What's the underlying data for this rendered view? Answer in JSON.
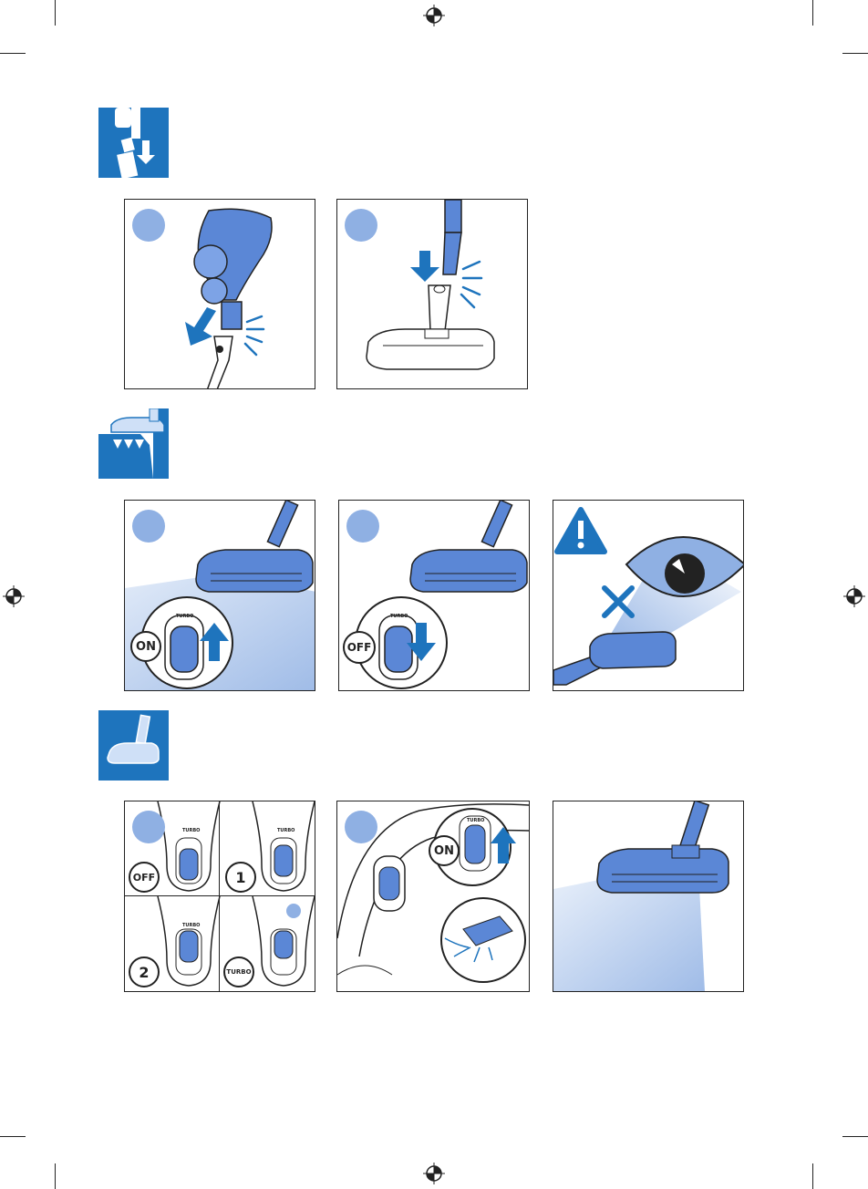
{
  "labels": {
    "on": "ON",
    "off": "OFF",
    "one": "1",
    "two": "2",
    "turbo": "TURBO"
  },
  "colors": {
    "accent_blue": "#1e74bd",
    "light_blue": "#8fb0e3",
    "device_blue": "#5b87d6",
    "mist_blue": "#bcd0ee",
    "outline": "#222222"
  },
  "icons": {
    "section1": "assemble-icon",
    "section2": "cleaning-nozzle-icon",
    "section3": "vacuum-floor-icon",
    "warning": "warning-triangle-icon",
    "no": "cross-icon"
  }
}
